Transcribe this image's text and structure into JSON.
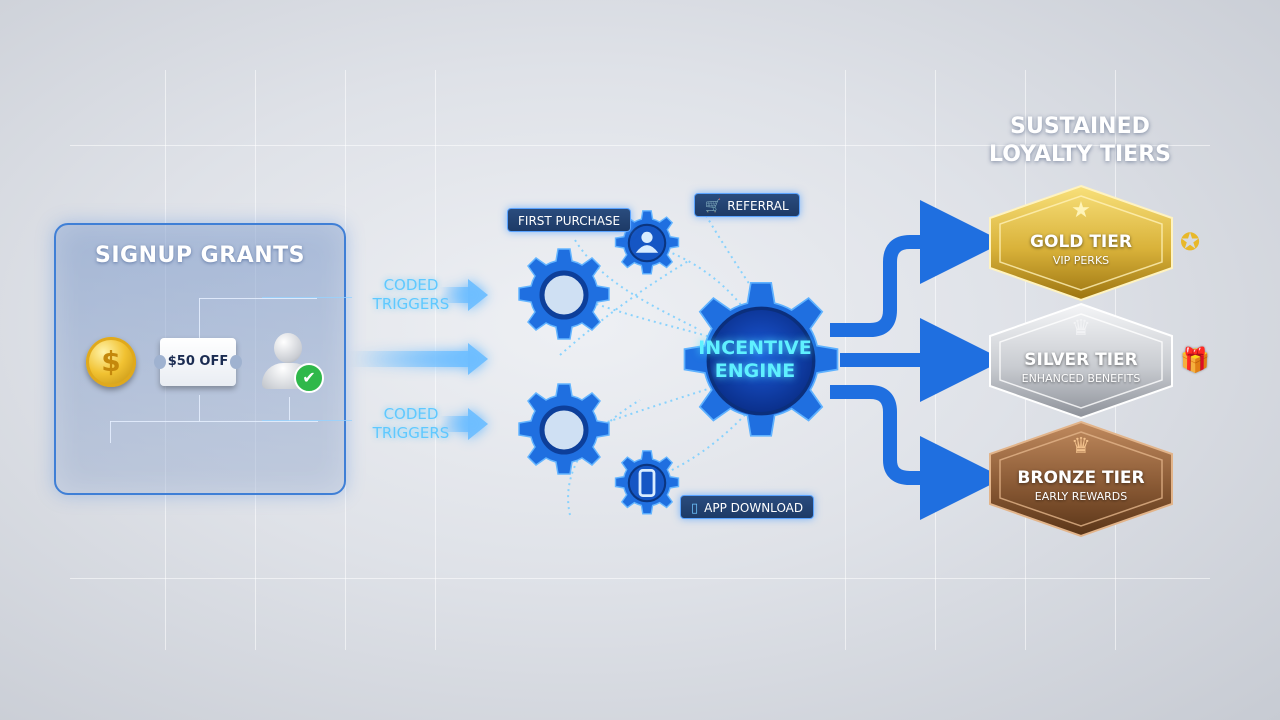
{
  "signup": {
    "title": "SIGNUP GRANTS",
    "coin_symbol": "$",
    "coupon_text": "$50 OFF",
    "check_symbol": "✔"
  },
  "triggers": {
    "top_line1": "CODED",
    "top_line2": "TRIGGERS",
    "bottom_line1": "CODED",
    "bottom_line2": "TRIGGERS"
  },
  "engine": {
    "line1": "INCENTIVE",
    "line2": "ENGINE"
  },
  "events": {
    "first_purchase": {
      "label": "FIRST PURCHASE"
    },
    "referral": {
      "label": "REFERRAL",
      "icon": "shopping-cart-icon"
    },
    "app_download": {
      "label": "APP DOWNLOAD",
      "icon": "phone-icon"
    }
  },
  "tiers": {
    "title_line1": "SUSTAINED",
    "title_line2": "LOYALTY TIERS",
    "gold": {
      "name": "GOLD TIER",
      "sub": "VIP PERKS",
      "color": "#d9b23a"
    },
    "silver": {
      "name": "SILVER TIER",
      "sub": "ENHANCED BENEFITS",
      "color": "#c9ccd1"
    },
    "bronze": {
      "name": "BRONZE TIER",
      "sub": "EARLY REWARDS",
      "color": "#8a5a35"
    }
  },
  "colors": {
    "accent": "#1f6fe0",
    "glow": "#5fc9ff"
  }
}
